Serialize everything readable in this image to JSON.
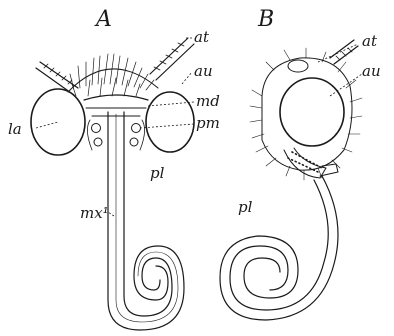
{
  "panels": {
    "A": {
      "letter": "A",
      "labels": {
        "at": "at",
        "au": "au",
        "md": "md",
        "pm": "pm",
        "la": "la",
        "pl": "pl",
        "mx": "mx¹"
      }
    },
    "B": {
      "letter": "B",
      "labels": {
        "at": "at",
        "au": "au",
        "pl": "pl"
      }
    }
  },
  "colors": {
    "ink": "#1a1a1a",
    "paper": "#ffffff"
  }
}
